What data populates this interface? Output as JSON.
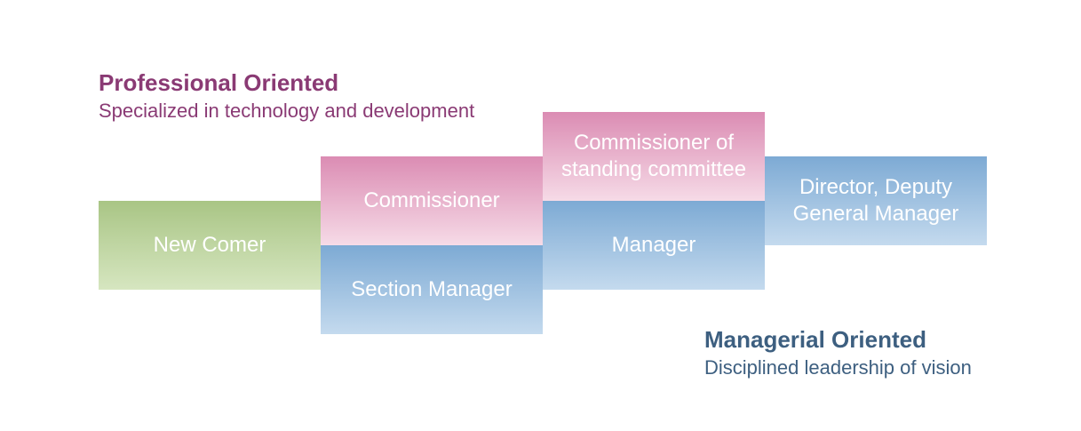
{
  "professional": {
    "title": "Professional Oriented",
    "subtitle": "Specialized in technology and development",
    "color": "#8a3a74"
  },
  "managerial": {
    "title": "Managerial Oriented",
    "subtitle": "Disciplined leadership of vision",
    "color": "#3d5f80"
  },
  "steps": {
    "new_comer": "New Comer",
    "commissioner": "Commissioner",
    "section_manager": "Section Manager",
    "standing_commissioner_line1": "Commissioner of",
    "standing_commissioner_line2": "standing committee",
    "manager": "Manager",
    "director_line1": "Director, Deputy",
    "director_line2": "General Manager"
  },
  "colors": {
    "entry_green": "#a9c585",
    "professional_pink": "#db8cb3",
    "managerial_blue": "#7daad4"
  }
}
